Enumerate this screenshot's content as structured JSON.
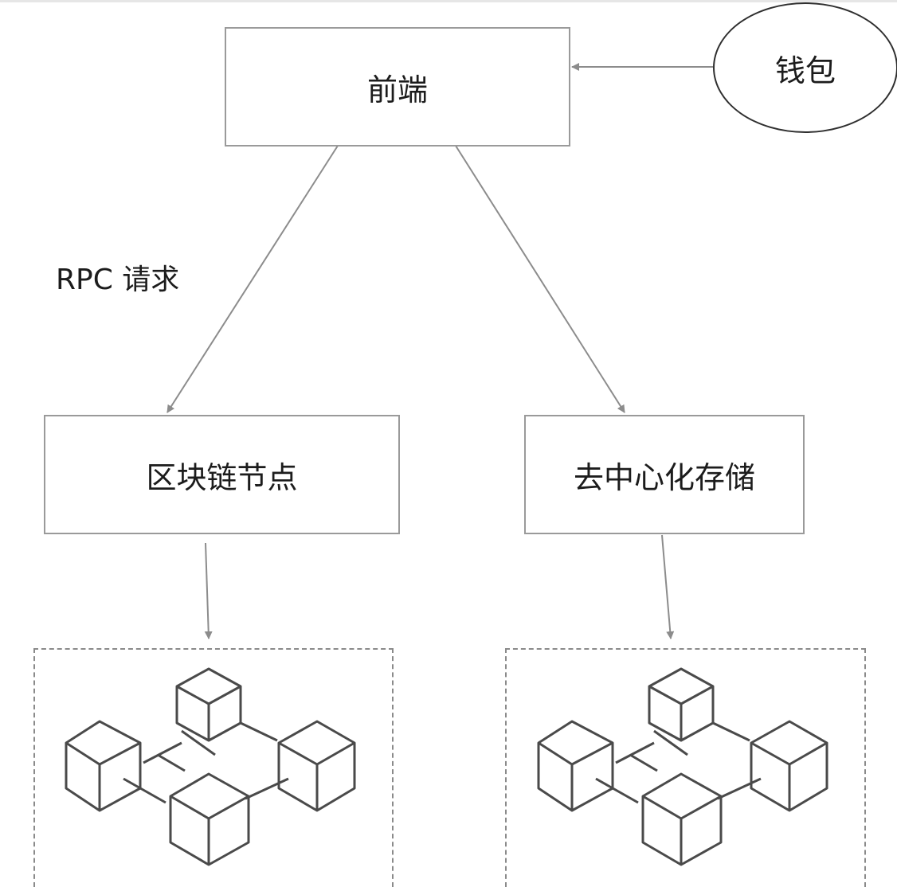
{
  "nodes": {
    "frontend": "前端",
    "wallet": "钱包",
    "blockchain_node": "区块链节点",
    "decentralized_storage": "去中心化存储"
  },
  "edge_labels": {
    "rpc_request": "RPC 请求"
  },
  "icons": {
    "left_cluster": "blockchain-cubes-icon",
    "right_cluster": "blockchain-cubes-icon"
  },
  "colors": {
    "line": "#8c8c8c",
    "box_border": "#9a9a9a",
    "text": "#1c1c1c"
  }
}
